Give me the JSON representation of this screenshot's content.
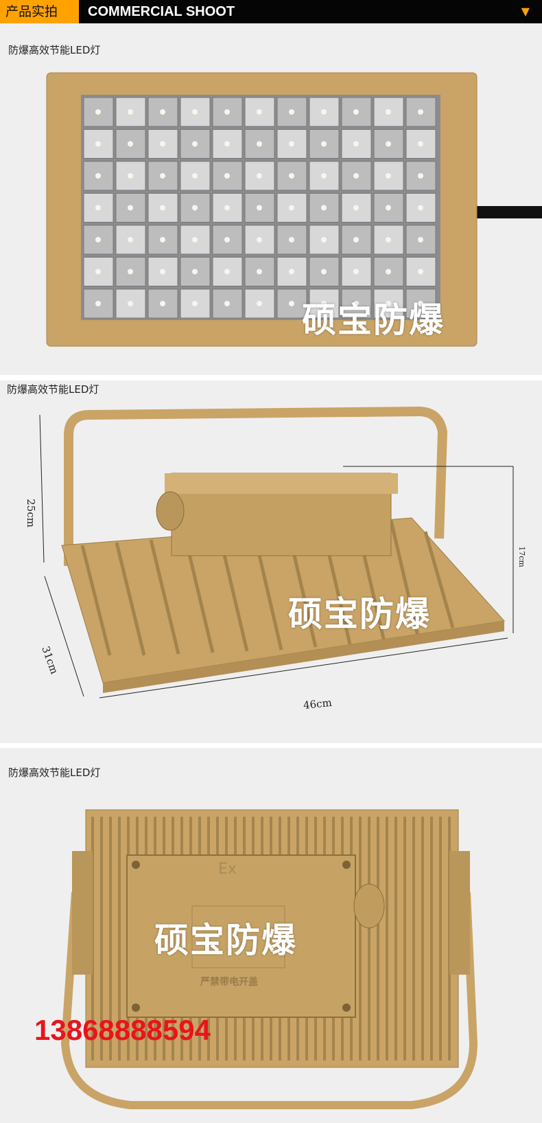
{
  "header": {
    "label_cn": "产品实拍",
    "label_en": "COMMERCIAL SHOOT",
    "arrow": "▼"
  },
  "sections": [
    {
      "caption": "防爆高效节能LED灯",
      "watermark": "硕宝防爆"
    },
    {
      "caption": "防爆高效节能LED灯",
      "watermark": "硕宝防爆",
      "dimensions": {
        "height": "25cm",
        "box_height": "17cm",
        "depth": "31cm",
        "width": "46cm"
      }
    },
    {
      "caption": "防爆高效节能LED灯",
      "watermark": "硕宝防爆",
      "box_mark": "Ex",
      "box_label": "严禁带电开盖",
      "phone": "13868888594"
    }
  ],
  "colors": {
    "accent": "#ffa200",
    "fixture": "#c9a466",
    "phone": "#e8141b"
  }
}
